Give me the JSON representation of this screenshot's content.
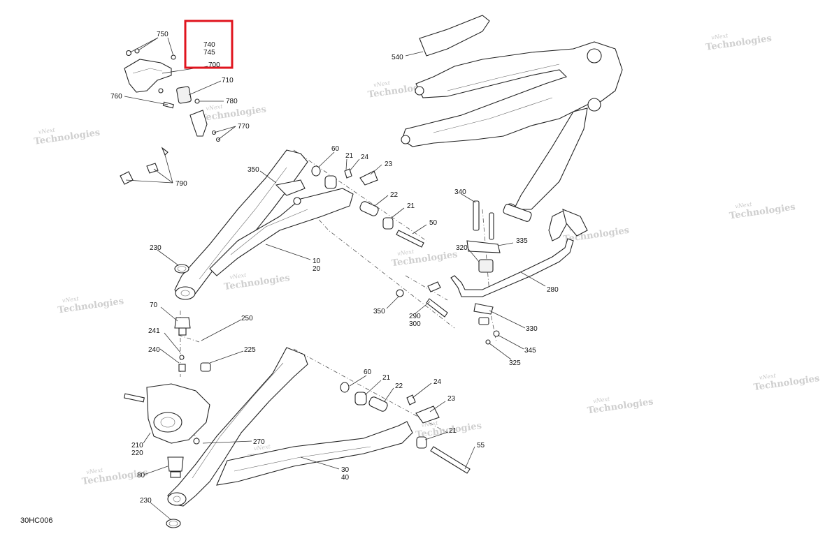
{
  "diagram_code": "30HC006",
  "highlight_color": "#e0141e",
  "watermark": {
    "line1": "vNext",
    "line2": "Technologies"
  },
  "callouts": [
    {
      "id": "c740",
      "text": "740"
    },
    {
      "id": "c745",
      "text": "745"
    },
    {
      "id": "c750",
      "text": "750"
    },
    {
      "id": "c700",
      "text": "700"
    },
    {
      "id": "c710",
      "text": "710"
    },
    {
      "id": "c760",
      "text": "760"
    },
    {
      "id": "c780",
      "text": "780"
    },
    {
      "id": "c770",
      "text": "770"
    },
    {
      "id": "c790",
      "text": "790"
    },
    {
      "id": "c540",
      "text": "540"
    },
    {
      "id": "c60a",
      "text": "60"
    },
    {
      "id": "c21a",
      "text": "21"
    },
    {
      "id": "c24a",
      "text": "24"
    },
    {
      "id": "c23a",
      "text": "23"
    },
    {
      "id": "c350a",
      "text": "350"
    },
    {
      "id": "c22a",
      "text": "22"
    },
    {
      "id": "c21b",
      "text": "21"
    },
    {
      "id": "c50",
      "text": "50"
    },
    {
      "id": "c340",
      "text": "340"
    },
    {
      "id": "c335",
      "text": "335"
    },
    {
      "id": "c320",
      "text": "320"
    },
    {
      "id": "c230a",
      "text": "230"
    },
    {
      "id": "c10",
      "text": "10"
    },
    {
      "id": "c20",
      "text": "20"
    },
    {
      "id": "c280",
      "text": "280"
    },
    {
      "id": "c350b",
      "text": "350"
    },
    {
      "id": "c290",
      "text": "290"
    },
    {
      "id": "c300",
      "text": "300"
    },
    {
      "id": "c330",
      "text": "330"
    },
    {
      "id": "c345",
      "text": "345"
    },
    {
      "id": "c325",
      "text": "325"
    },
    {
      "id": "c70",
      "text": "70"
    },
    {
      "id": "c250",
      "text": "250"
    },
    {
      "id": "c241",
      "text": "241"
    },
    {
      "id": "c240",
      "text": "240"
    },
    {
      "id": "c225",
      "text": "225"
    },
    {
      "id": "c60b",
      "text": "60"
    },
    {
      "id": "c21c",
      "text": "21"
    },
    {
      "id": "c22b",
      "text": "22"
    },
    {
      "id": "c24b",
      "text": "24"
    },
    {
      "id": "c23b",
      "text": "23"
    },
    {
      "id": "c21d",
      "text": "21"
    },
    {
      "id": "c55",
      "text": "55"
    },
    {
      "id": "c210",
      "text": "210"
    },
    {
      "id": "c220",
      "text": "220"
    },
    {
      "id": "c270",
      "text": "270"
    },
    {
      "id": "c80",
      "text": "80"
    },
    {
      "id": "c30",
      "text": "30"
    },
    {
      "id": "c40",
      "text": "40"
    },
    {
      "id": "c230b",
      "text": "230"
    }
  ]
}
